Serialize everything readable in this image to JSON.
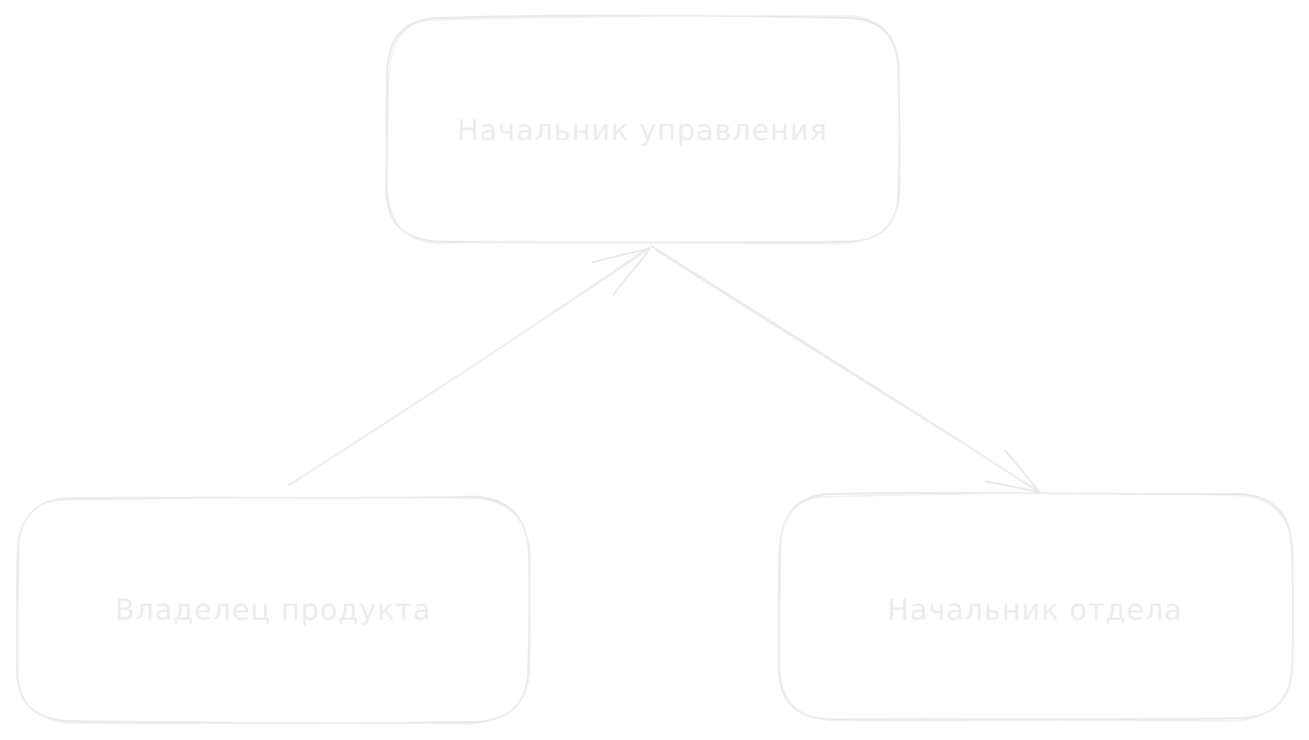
{
  "diagram": {
    "nodes": [
      {
        "id": "head-of-management",
        "label": "Начальник управления"
      },
      {
        "id": "product-owner",
        "label": "Владелец продукта"
      },
      {
        "id": "head-of-department",
        "label": "Начальник отдела"
      }
    ],
    "edges": [
      {
        "from": "product-owner",
        "to": "head-of-management"
      },
      {
        "from": "head-of-management",
        "to": "head-of-department"
      }
    ],
    "colors": {
      "stroke": "#e8e8e8",
      "text": "#ececec",
      "background": "#ffffff"
    }
  }
}
